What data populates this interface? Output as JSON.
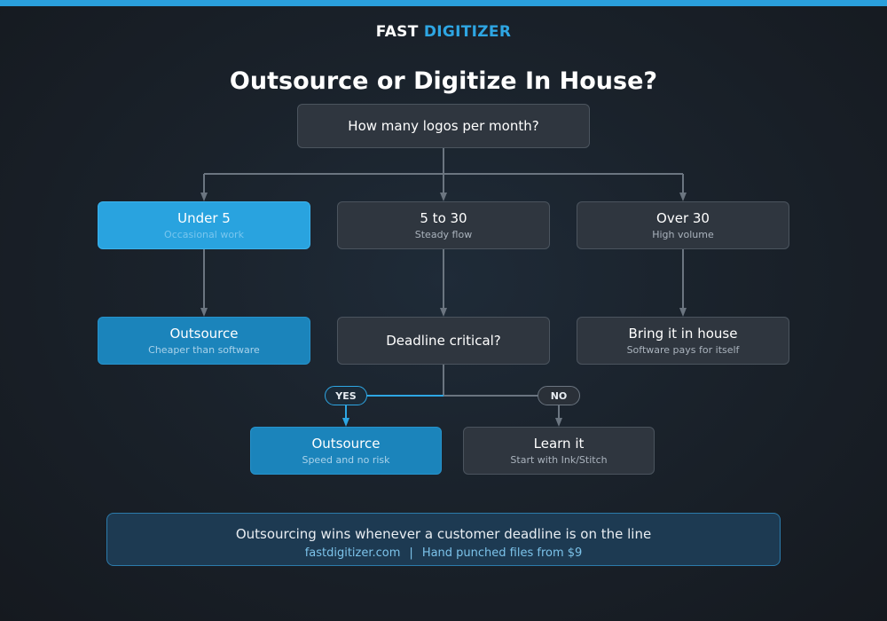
{
  "brand": {
    "part1": "FAST",
    "part2": "DIGITIZER"
  },
  "title": "Outsource or Digitize In House?",
  "root": {
    "label": "How many logos per month?"
  },
  "branches": [
    {
      "label": "Under 5",
      "sub": "Occasional work"
    },
    {
      "label": "5 to 30",
      "sub": "Steady flow"
    },
    {
      "label": "Over 30",
      "sub": "High volume"
    }
  ],
  "outcomes": {
    "under5": {
      "label": "Outsource",
      "sub": "Cheaper than software"
    },
    "mid": {
      "label": "Deadline critical?"
    },
    "over30": {
      "label": "Bring it in house",
      "sub": "Software pays for itself"
    }
  },
  "decision": {
    "yes_label": "YES",
    "no_label": "NO",
    "yes_result": {
      "label": "Outsource",
      "sub": "Speed and no risk"
    },
    "no_result": {
      "label": "Learn it",
      "sub": "Start with Ink/Stitch"
    }
  },
  "footer": {
    "headline": "Outsourcing wins whenever a customer deadline is on the line",
    "site": "fastdigitizer.com",
    "separator": "|",
    "offer": "Hand punched files from $9"
  },
  "colors": {
    "accent": "#2a9fdc",
    "node_dark": "#2f363f",
    "node_highlight": "#29a3df",
    "node_outcome": "#1b84bb",
    "connector": "#6b7580"
  }
}
